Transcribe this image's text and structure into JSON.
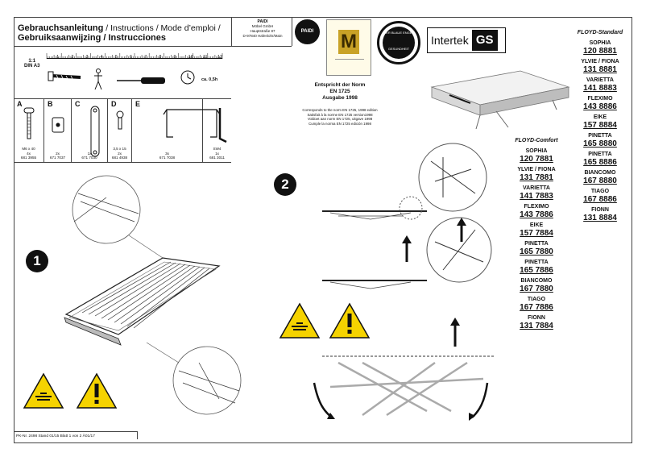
{
  "header": {
    "title_bold": "Gebrauchsanleitung",
    "title_rest": " / Instructions / Mode d’emploi /",
    "subtitle": "Gebruiksaanwijzing / Instrucciones",
    "company": "PAIDI",
    "company_line2": "Möbel GmbH",
    "street": "Hauptstraße 87",
    "city": "D-97840 Hafenlohr/Main",
    "logo_text": "PAIDI",
    "intertek": "Intertek",
    "gs": "GS",
    "gold_m": "M",
    "angel_top": "DER BLAUE ENGEL",
    "angel_bottom": "GESUNDHEIT"
  },
  "norm": {
    "line1": "Entspricht der Norm",
    "line2": "EN 1725",
    "line3": "Ausgabe 1998",
    "sub1": "Corresponds to the norm EN 1725, 1998 edition",
    "sub2": "Satisfait à la norme EN 1725 version1998",
    "sub3": "Voldoet aan norm EN 1725, uitgave 1998",
    "sub4": "Cumple la norma EN 1725 edición 1998"
  },
  "ruler": {
    "scale": "1:1",
    "format": "DIN A3",
    "ticks": [
      "1",
      "2",
      "3",
      "4",
      "5",
      "6",
      "7",
      "8",
      "9",
      "10",
      "11",
      "12"
    ],
    "time": "ca. 0,5h"
  },
  "hardware": [
    {
      "letter": "A",
      "l1": "M6 x 40",
      "l2": "4x",
      "l3": "681 3955"
    },
    {
      "letter": "B",
      "l1": "",
      "l2": "2x",
      "l3": "671 7037"
    },
    {
      "letter": "C",
      "l1": "",
      "l2": "1x",
      "l3": "671 7030"
    },
    {
      "letter": "D",
      "l1": "3,5 x 15",
      "l2": "2x",
      "l3": "681 4938"
    },
    {
      "letter": "E",
      "l1": "",
      "l2": "3x",
      "l3": "671 7038"
    },
    {
      "letter": "",
      "l1": "SW4",
      "l2": "1x",
      "l3": "681 3011"
    }
  ],
  "steps": [
    "1",
    "2"
  ],
  "floyd_standard": {
    "title": "FLOYD-Standard",
    "items": [
      {
        "name": "SOPHIA",
        "code": "120 8881"
      },
      {
        "name": "YLVIE / FIONA",
        "code": "131 8881"
      },
      {
        "name": "VARIETTA",
        "code": "141 8883"
      },
      {
        "name": "FLEXIMO",
        "code": "143 8886"
      },
      {
        "name": "EIKE",
        "code": "157 8884"
      },
      {
        "name": "PINETTA",
        "code": "165 8880"
      },
      {
        "name": "PINETTA",
        "code": "165 8886"
      },
      {
        "name": "BIANCOMO",
        "code": "167 8880"
      },
      {
        "name": "TIAGO",
        "code": "167 8886"
      },
      {
        "name": "FIONN",
        "code": "131 8884"
      }
    ]
  },
  "floyd_comfort": {
    "title": "FLOYD-Comfort",
    "items": [
      {
        "name": "SOPHIA",
        "code": "120 7881"
      },
      {
        "name": "YLVIE / FIONA",
        "code": "131 7881"
      },
      {
        "name": "VARIETTA",
        "code": "141 7883"
      },
      {
        "name": "FLEXIMO",
        "code": "143 7886"
      },
      {
        "name": "EIKE",
        "code": "157 7884"
      },
      {
        "name": "PINETTA",
        "code": "165 7880"
      },
      {
        "name": "PINETTA",
        "code": "165 7886"
      },
      {
        "name": "BIANCOMO",
        "code": "167 7880"
      },
      {
        "name": "TIAGO",
        "code": "167 7886"
      },
      {
        "name": "FIONN",
        "code": "131 7884"
      }
    ]
  },
  "footer": {
    "text": "PK-Nr. 2498   Stand 01/15   Blatt 1 von 2   Ä01/17"
  },
  "colors": {
    "warning_yellow": "#f5d300",
    "gold": "#c9a227",
    "ink": "#111111"
  }
}
